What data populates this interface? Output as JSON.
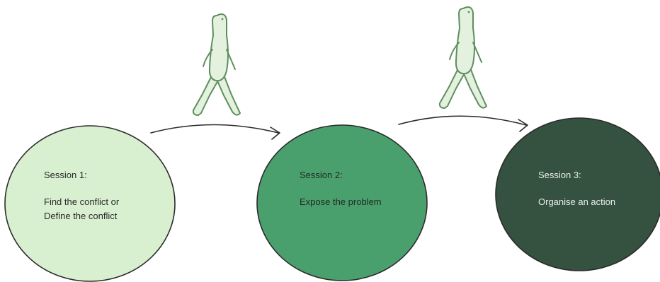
{
  "sessions": [
    {
      "title": "Session 1:",
      "lines": [
        "Find the conflict or",
        "Define the conflict"
      ],
      "fill": "#d8f0d0",
      "text_color": "#2a2a2a"
    },
    {
      "title": "Session 2:",
      "lines": [
        "Expose the problem"
      ],
      "fill": "#4aa06d",
      "text_color": "#1f2a22"
    },
    {
      "title": "Session 3:",
      "lines": [
        "Organise an action"
      ],
      "fill": "#34523f",
      "text_color": "#e8efe9"
    }
  ],
  "colors": {
    "outline": "#2b2b2b",
    "figure_stroke": "#5e8f5e",
    "figure_fill": "#e4f1de"
  },
  "icons": [
    "walking-figure-icon",
    "walking-figure-icon"
  ]
}
